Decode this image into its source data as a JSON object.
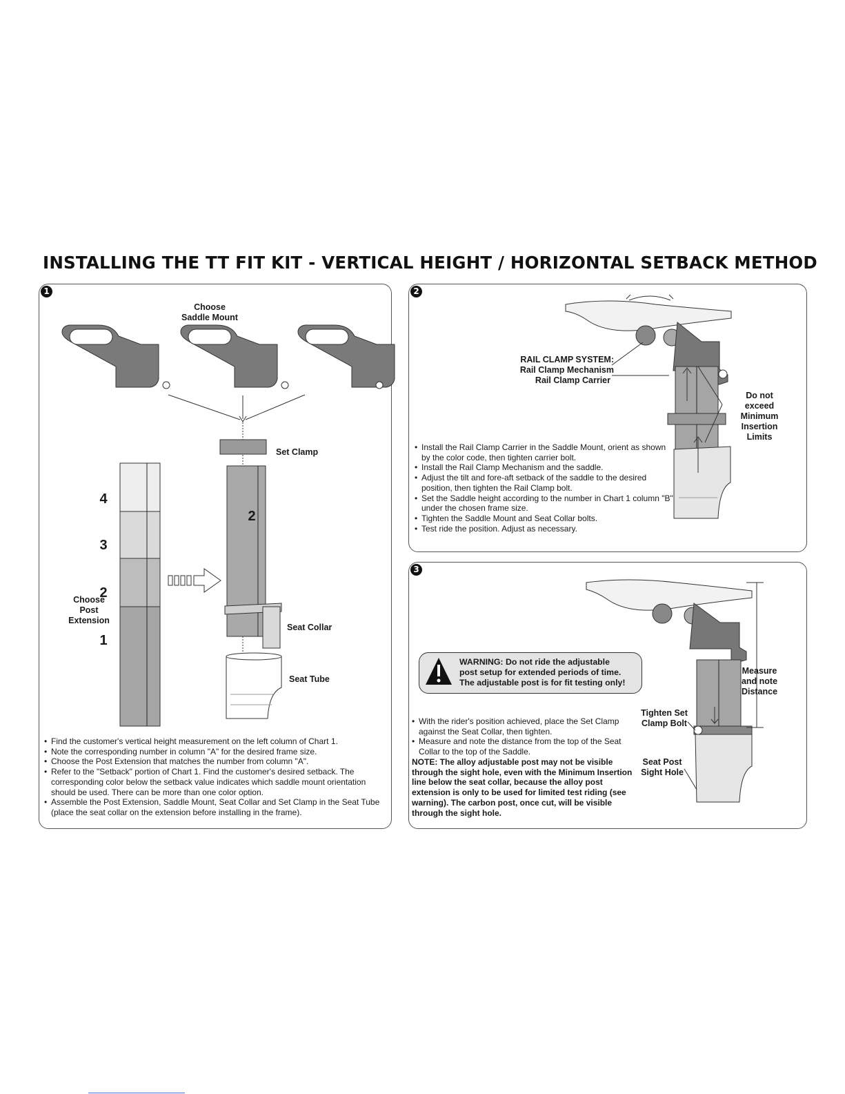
{
  "title": "INSTALLING THE TT FIT KIT - VERTICAL HEIGHT / HORIZONTAL SETBACK METHOD",
  "panel1": {
    "number": "1",
    "choose_saddle_mount": "Choose\nSaddle Mount",
    "set_clamp": "Set Clamp",
    "choose_post_extension": "Choose\nPost\nExtension",
    "seat_collar": "Seat Collar",
    "seat_tube": "Seat Tube",
    "extension_numbers": [
      "4",
      "3",
      "2",
      "1"
    ],
    "selected_extension": "2",
    "steps": [
      "Find the customer's vertical height measurement on the left column of Chart 1.",
      "Note the corresponding number in column \"A\" for the desired frame size.",
      "Choose the Post Extension that matches the number from column \"A\".",
      "Refer to the \"Setback\" portion of Chart 1. Find the customer's desired setback. The corresponding color below the setback value indicates which saddle mount orientation should be used. There can be more than one color option.",
      "Assemble the Post Extension, Saddle Mount, Seat Collar and Set Clamp in the Seat Tube (place the seat collar on the extension before installing in the frame)."
    ]
  },
  "panel2": {
    "number": "2",
    "rail_clamp_system": "RAIL CLAMP SYSTEM:",
    "rail_clamp_mechanism": "Rail Clamp Mechanism",
    "rail_clamp_carrier": "Rail Clamp Carrier",
    "insertion_limits": "Do not\nexceed\nMinimum\nInsertion\nLimits",
    "steps": [
      "Install the Rail Clamp Carrier in the Saddle Mount, orient as shown by the color code, then tighten carrier bolt.",
      "Install the Rail Clamp Mechanism and the saddle.",
      "Adjust the tilt and fore-aft setback of the saddle to the desired position, then tighten the Rail Clamp bolt.",
      "Set the Saddle height according to the number in Chart 1 column \"B\" under the chosen frame size.",
      "Tighten the Saddle Mount and Seat Collar bolts.",
      "Test ride the position. Adjust as necessary."
    ]
  },
  "panel3": {
    "number": "3",
    "warning": "WARNING: Do not ride the adjustable\npost setup for extended periods of time.\nThe adjustable post is for fit testing only!",
    "measure": "Measure\nand note\nDistance",
    "tighten_bolt": "Tighten Set\nClamp Bolt",
    "sight_hole": "Seat Post\nSight Hole",
    "steps": [
      "With the rider's position achieved, place the Set Clamp against the Seat Collar, then tighten.",
      "Measure and note the distance from the top of the Seat Collar to the top of the Saddle."
    ],
    "note": "NOTE: The alloy adjustable post may not be visible through the sight hole, even with the Minimum Insertion line below the seat collar, because the alloy post extension is only to be used for limited test riding (see warning). The carbon post, once cut, will be visible through the sight hole."
  }
}
